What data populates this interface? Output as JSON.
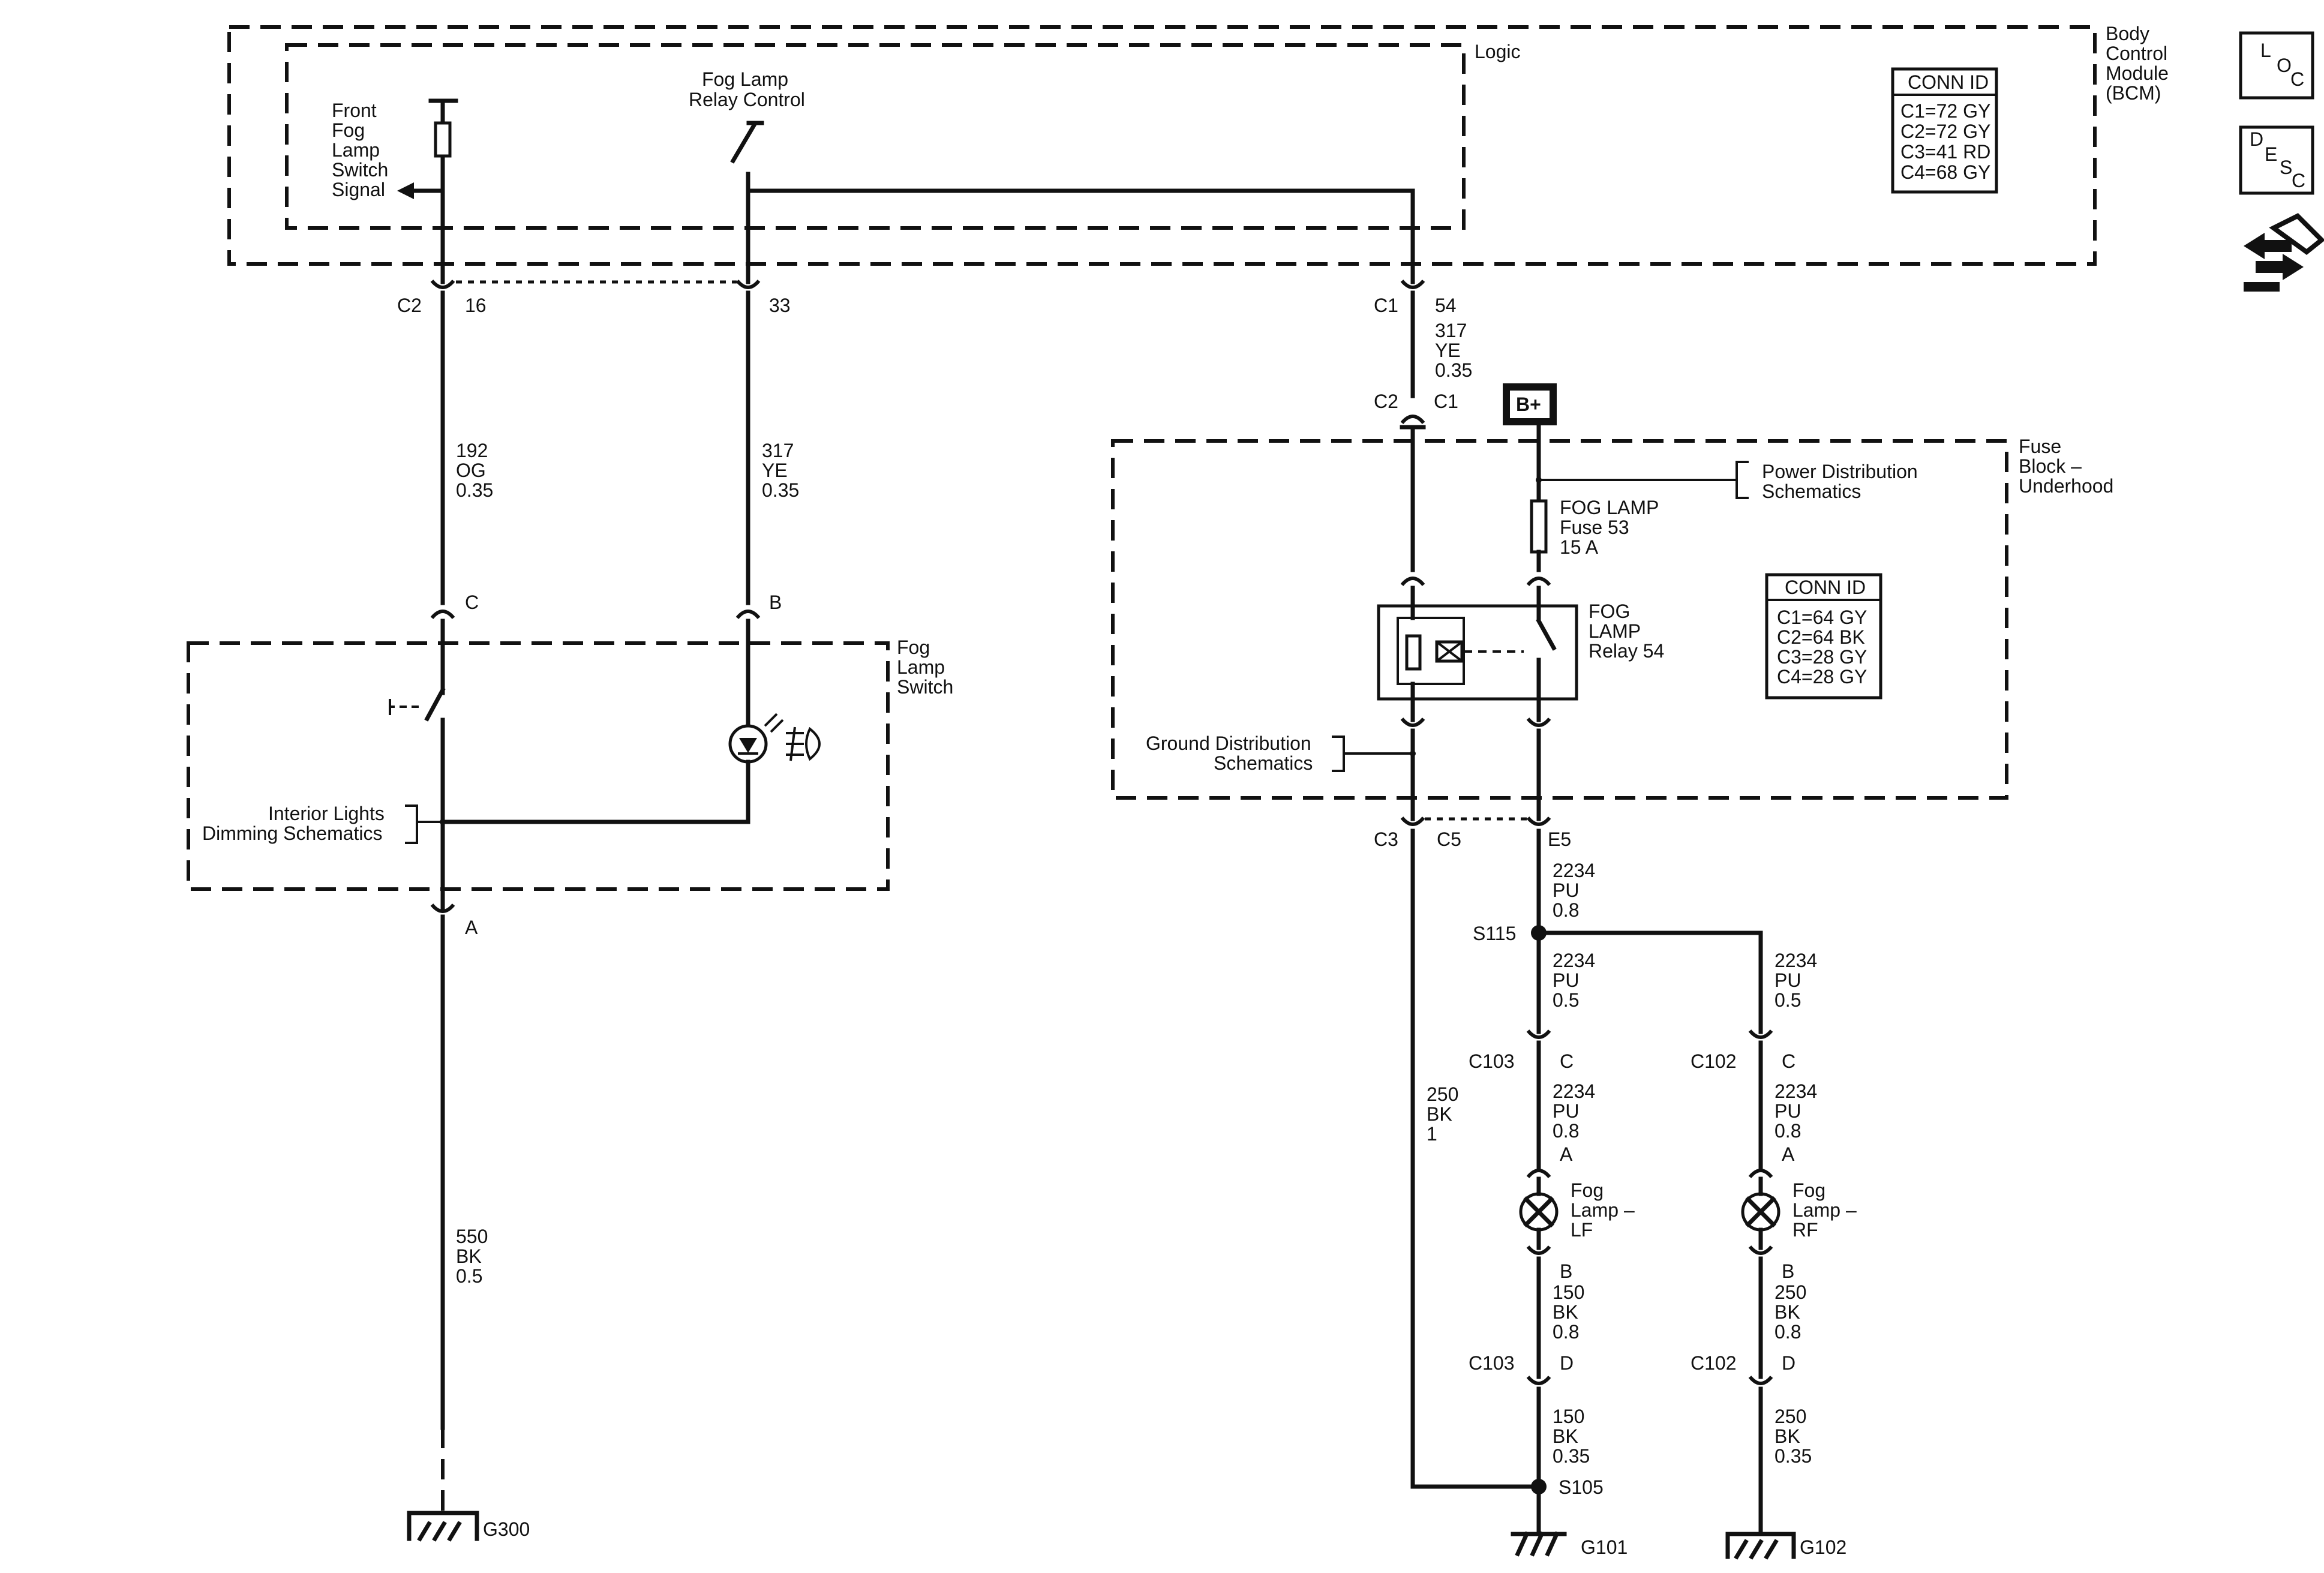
{
  "bcm": {
    "logic": "Logic",
    "name": [
      "Body",
      "Control",
      "Module",
      "(BCM)"
    ],
    "front_fog_signal": [
      "Front",
      "Fog",
      "Lamp",
      "Switch",
      "Signal"
    ],
    "relay_control": [
      "Fog Lamp",
      "Relay Control"
    ],
    "conn_id": {
      "title": "CONN ID",
      "rows": [
        "C1=72 GY",
        "C2=72 GY",
        "C3=41 RD",
        "C4=68 GY"
      ]
    }
  },
  "icons": {
    "loc": [
      "L",
      "O",
      "C"
    ],
    "desc": [
      "D",
      "E",
      "S",
      "C"
    ]
  },
  "bcm_pins": {
    "c2": "C2",
    "p16": "16",
    "p33": "33",
    "c1": "C1",
    "p54": "54"
  },
  "wires": {
    "w192": [
      "192",
      "OG",
      "0.35"
    ],
    "w317_switch": [
      "317",
      "YE",
      "0.35"
    ],
    "w317_fuse": [
      "317",
      "YE",
      "0.35"
    ],
    "w550": [
      "550",
      "BK",
      "0.5"
    ],
    "w250_ground": [
      "250",
      "BK",
      "1"
    ],
    "w2234_e5": [
      "2234",
      "PU",
      "0.8"
    ],
    "w2234_lf_a": [
      "2234",
      "PU",
      "0.5"
    ],
    "w2234_rf_a": [
      "2234",
      "PU",
      "0.5"
    ],
    "w2234_lf_b": [
      "2234",
      "PU",
      "0.8"
    ],
    "w2234_rf_b": [
      "2234",
      "PU",
      "0.8"
    ],
    "w150_a": [
      "150",
      "BK",
      "0.8"
    ],
    "w250_rf_a": [
      "250",
      "BK",
      "0.8"
    ],
    "w150_b": [
      "150",
      "BK",
      "0.35"
    ],
    "w250_rf_b": [
      "250",
      "BK",
      "0.35"
    ]
  },
  "fog_switch": {
    "name": [
      "Fog",
      "Lamp",
      "Switch"
    ],
    "pin_c": "C",
    "pin_b": "B",
    "pin_a": "A",
    "dimming": [
      "Interior Lights",
      "Dimming Schematics"
    ]
  },
  "fuse_block": {
    "name": [
      "Fuse",
      "Block –",
      "Underhood"
    ],
    "c2": "C2",
    "c1": "C1",
    "battery": "B+",
    "power_dist": [
      "Power Distribution",
      "Schematics"
    ],
    "fuse": [
      "FOG LAMP",
      "Fuse 53",
      "15 A"
    ],
    "relay": [
      "FOG",
      "LAMP",
      "Relay 54"
    ],
    "ground_dist": [
      "Ground Distribution",
      "Schematics"
    ],
    "conn_id": {
      "title": "CONN ID",
      "rows": [
        "C1=64 GY",
        "C2=64 BK",
        "C3=28 GY",
        "C4=28 GY"
      ]
    },
    "c3": "C3",
    "c5": "C5",
    "e5": "E5"
  },
  "splices": {
    "s115": "S115",
    "s105": "S105"
  },
  "connectors": {
    "c103_top": "C103",
    "c103_top_pin": "C",
    "c102_top": "C102",
    "c102_top_pin": "C",
    "c103_bot": "C103",
    "c103_bot_pin": "D",
    "c102_bot": "C102",
    "c102_bot_pin": "D"
  },
  "lamps": {
    "lf": [
      "Fog",
      "Lamp –",
      "LF"
    ],
    "rf": [
      "Fog",
      "Lamp –",
      "RF"
    ],
    "lf_a": "A",
    "lf_b": "B",
    "rf_a": "A",
    "rf_b": "B"
  },
  "grounds": {
    "g300": "G300",
    "g101": "G101",
    "g102": "G102"
  }
}
